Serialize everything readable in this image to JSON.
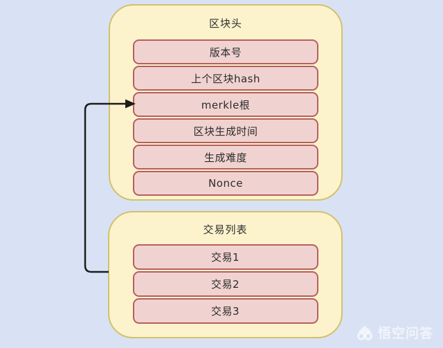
{
  "diagram": {
    "block_header": {
      "title": "区块头",
      "fields": [
        "版本号",
        "上个区块hash",
        "merkle根",
        "区块生成时间",
        "生成难度",
        "Nonce"
      ]
    },
    "transaction_list": {
      "title": "交易列表",
      "items": [
        "交易1",
        "交易2",
        "交易3"
      ]
    },
    "arrow": {
      "from": "transaction-list-left-edge",
      "to": "merkle-root-field"
    }
  },
  "watermark": {
    "icon": "wukong-monkey-icon",
    "text": "悟空问答"
  },
  "colors": {
    "page_background": "#d9e2f4",
    "container_fill": "#fcf3cd",
    "container_border": "#d2c16c",
    "field_fill": "#f0d3d1",
    "field_border": "#b55f5e",
    "arrow": "#1c1c1c",
    "text": "#2b2b2b",
    "watermark_text": "rgba(255,255,255,0.62)"
  }
}
